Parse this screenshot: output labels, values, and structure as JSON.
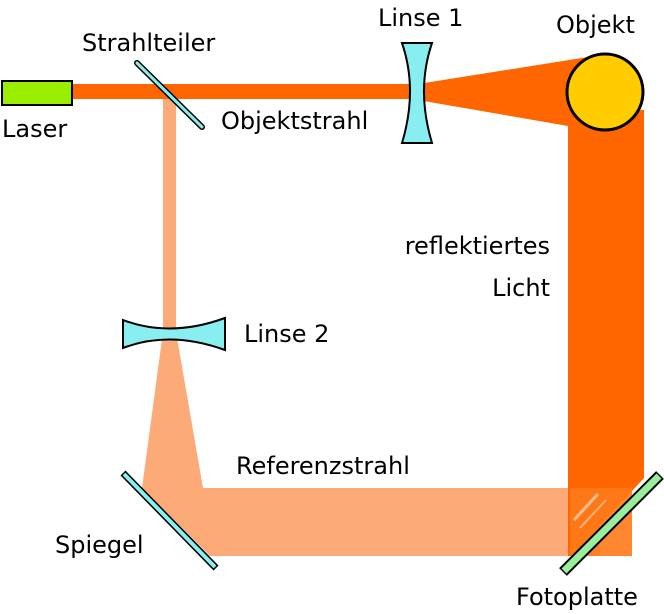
{
  "title": "Holografie-Aufbau",
  "colors": {
    "object_beam": "#ff6600",
    "reference_beam": "#fcaa78",
    "laser": "#99ee00",
    "lens": "#88eef0",
    "object": "#ffcc00",
    "mirror": "#88eef0",
    "photo_plate": "#99ee99",
    "outline": "#000000"
  },
  "labels": {
    "laser": "Laser",
    "beam_splitter": "Strahlteiler",
    "object_beam": "Objektstrahl",
    "lens1": "Linse 1",
    "object": "Objekt",
    "reflected_light_line1": "reflektiertes",
    "reflected_light_line2": "Licht",
    "lens2": "Linse 2",
    "reference_beam": "Referenzstrahl",
    "mirror": "Spiegel",
    "photo_plate": "Fotoplatte"
  }
}
